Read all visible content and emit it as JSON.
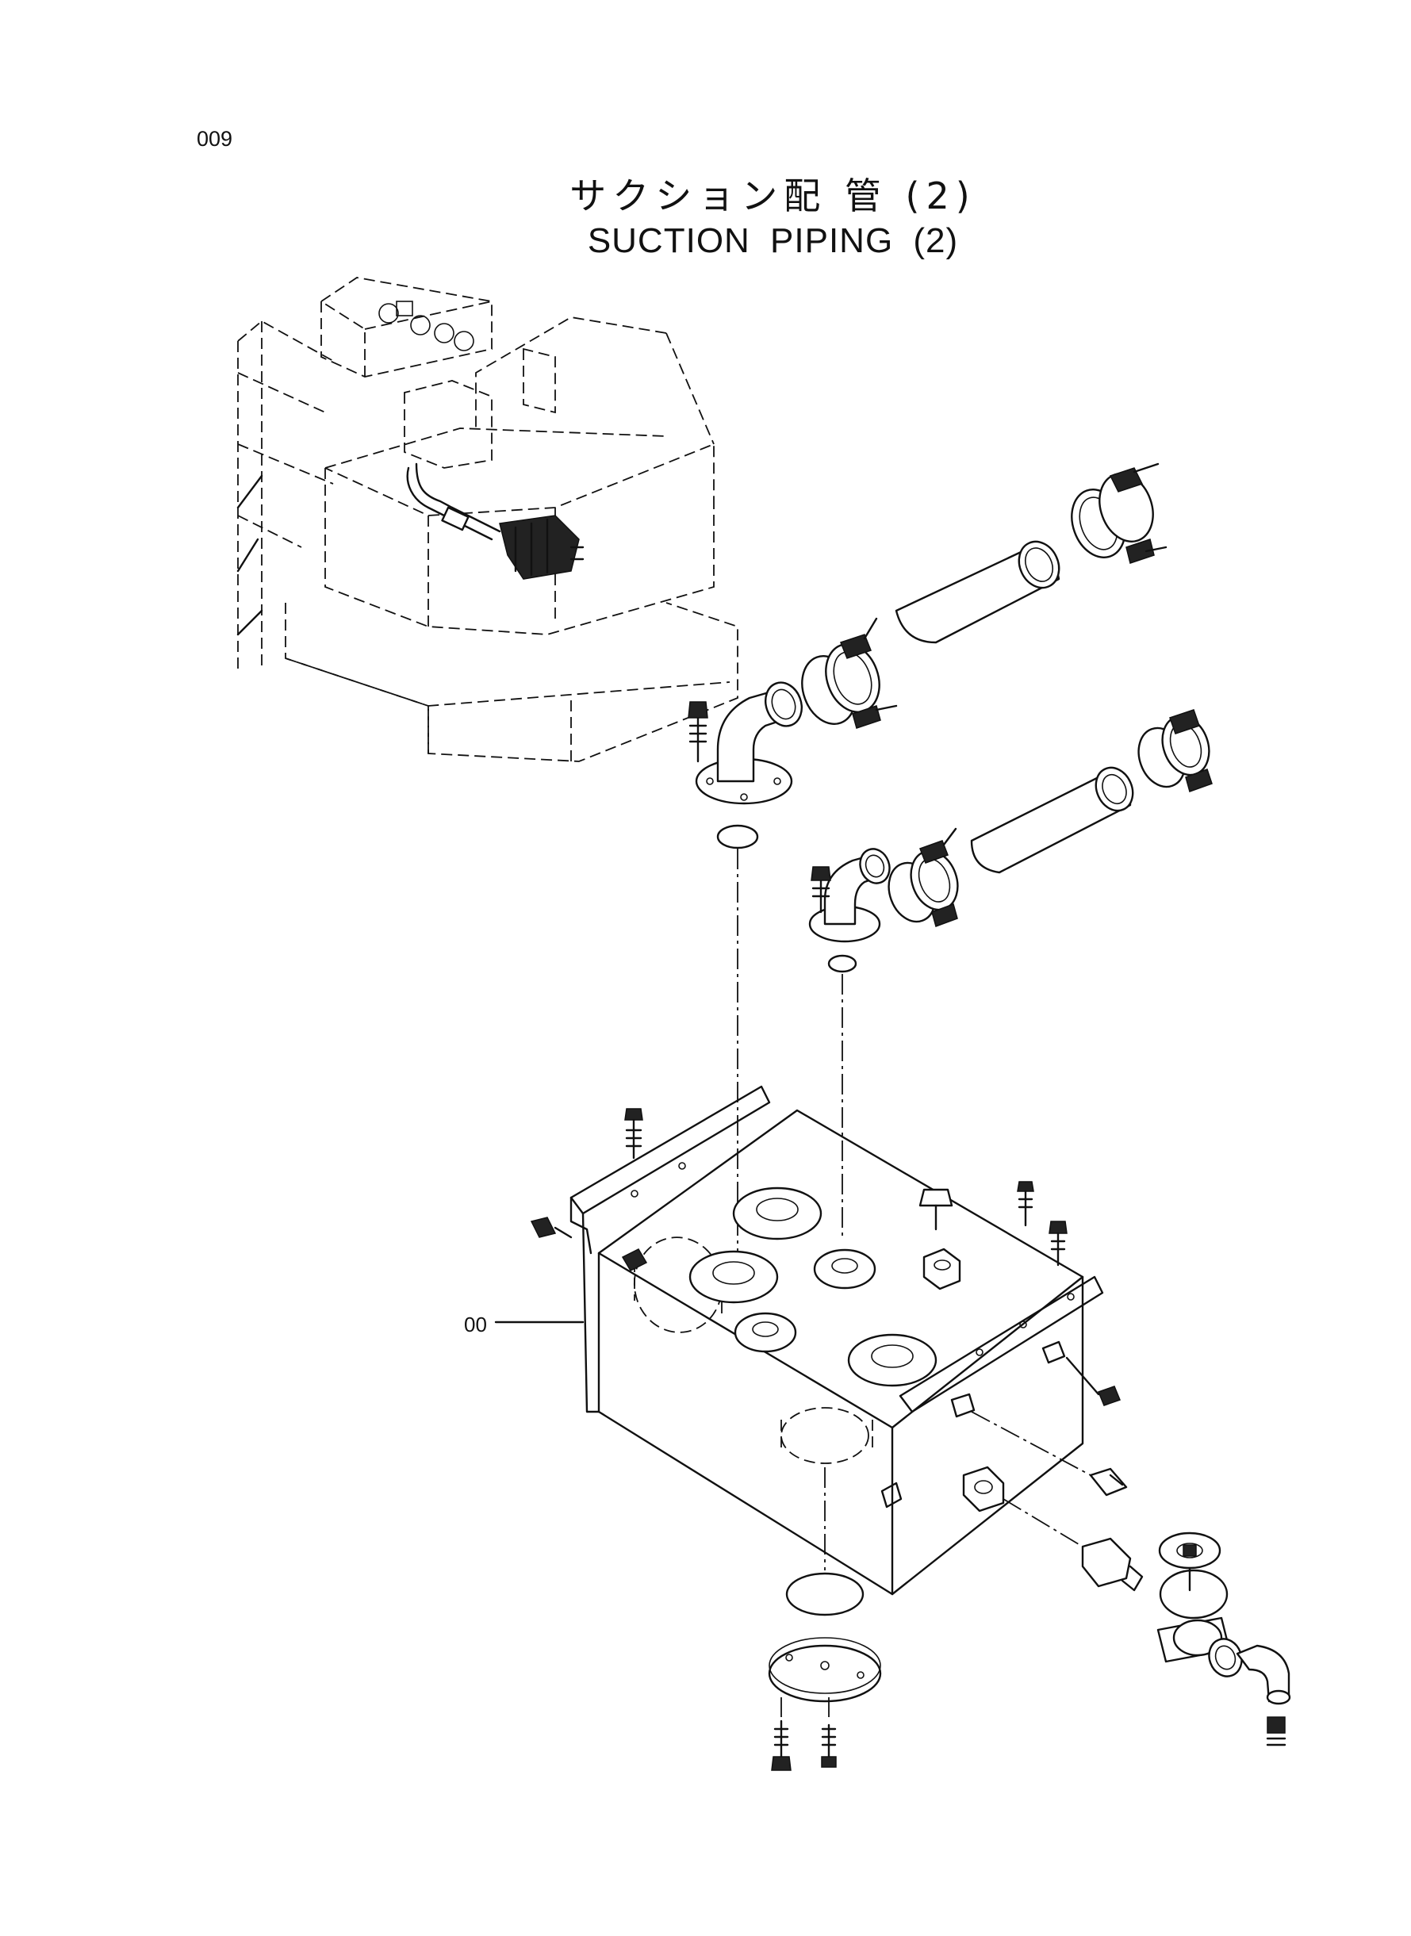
{
  "page": {
    "number": "009"
  },
  "title": {
    "japanese": "サクション配 管 (2)",
    "english": "SUCTION  PIPING (2)"
  },
  "callouts": [
    {
      "label": "00"
    }
  ]
}
